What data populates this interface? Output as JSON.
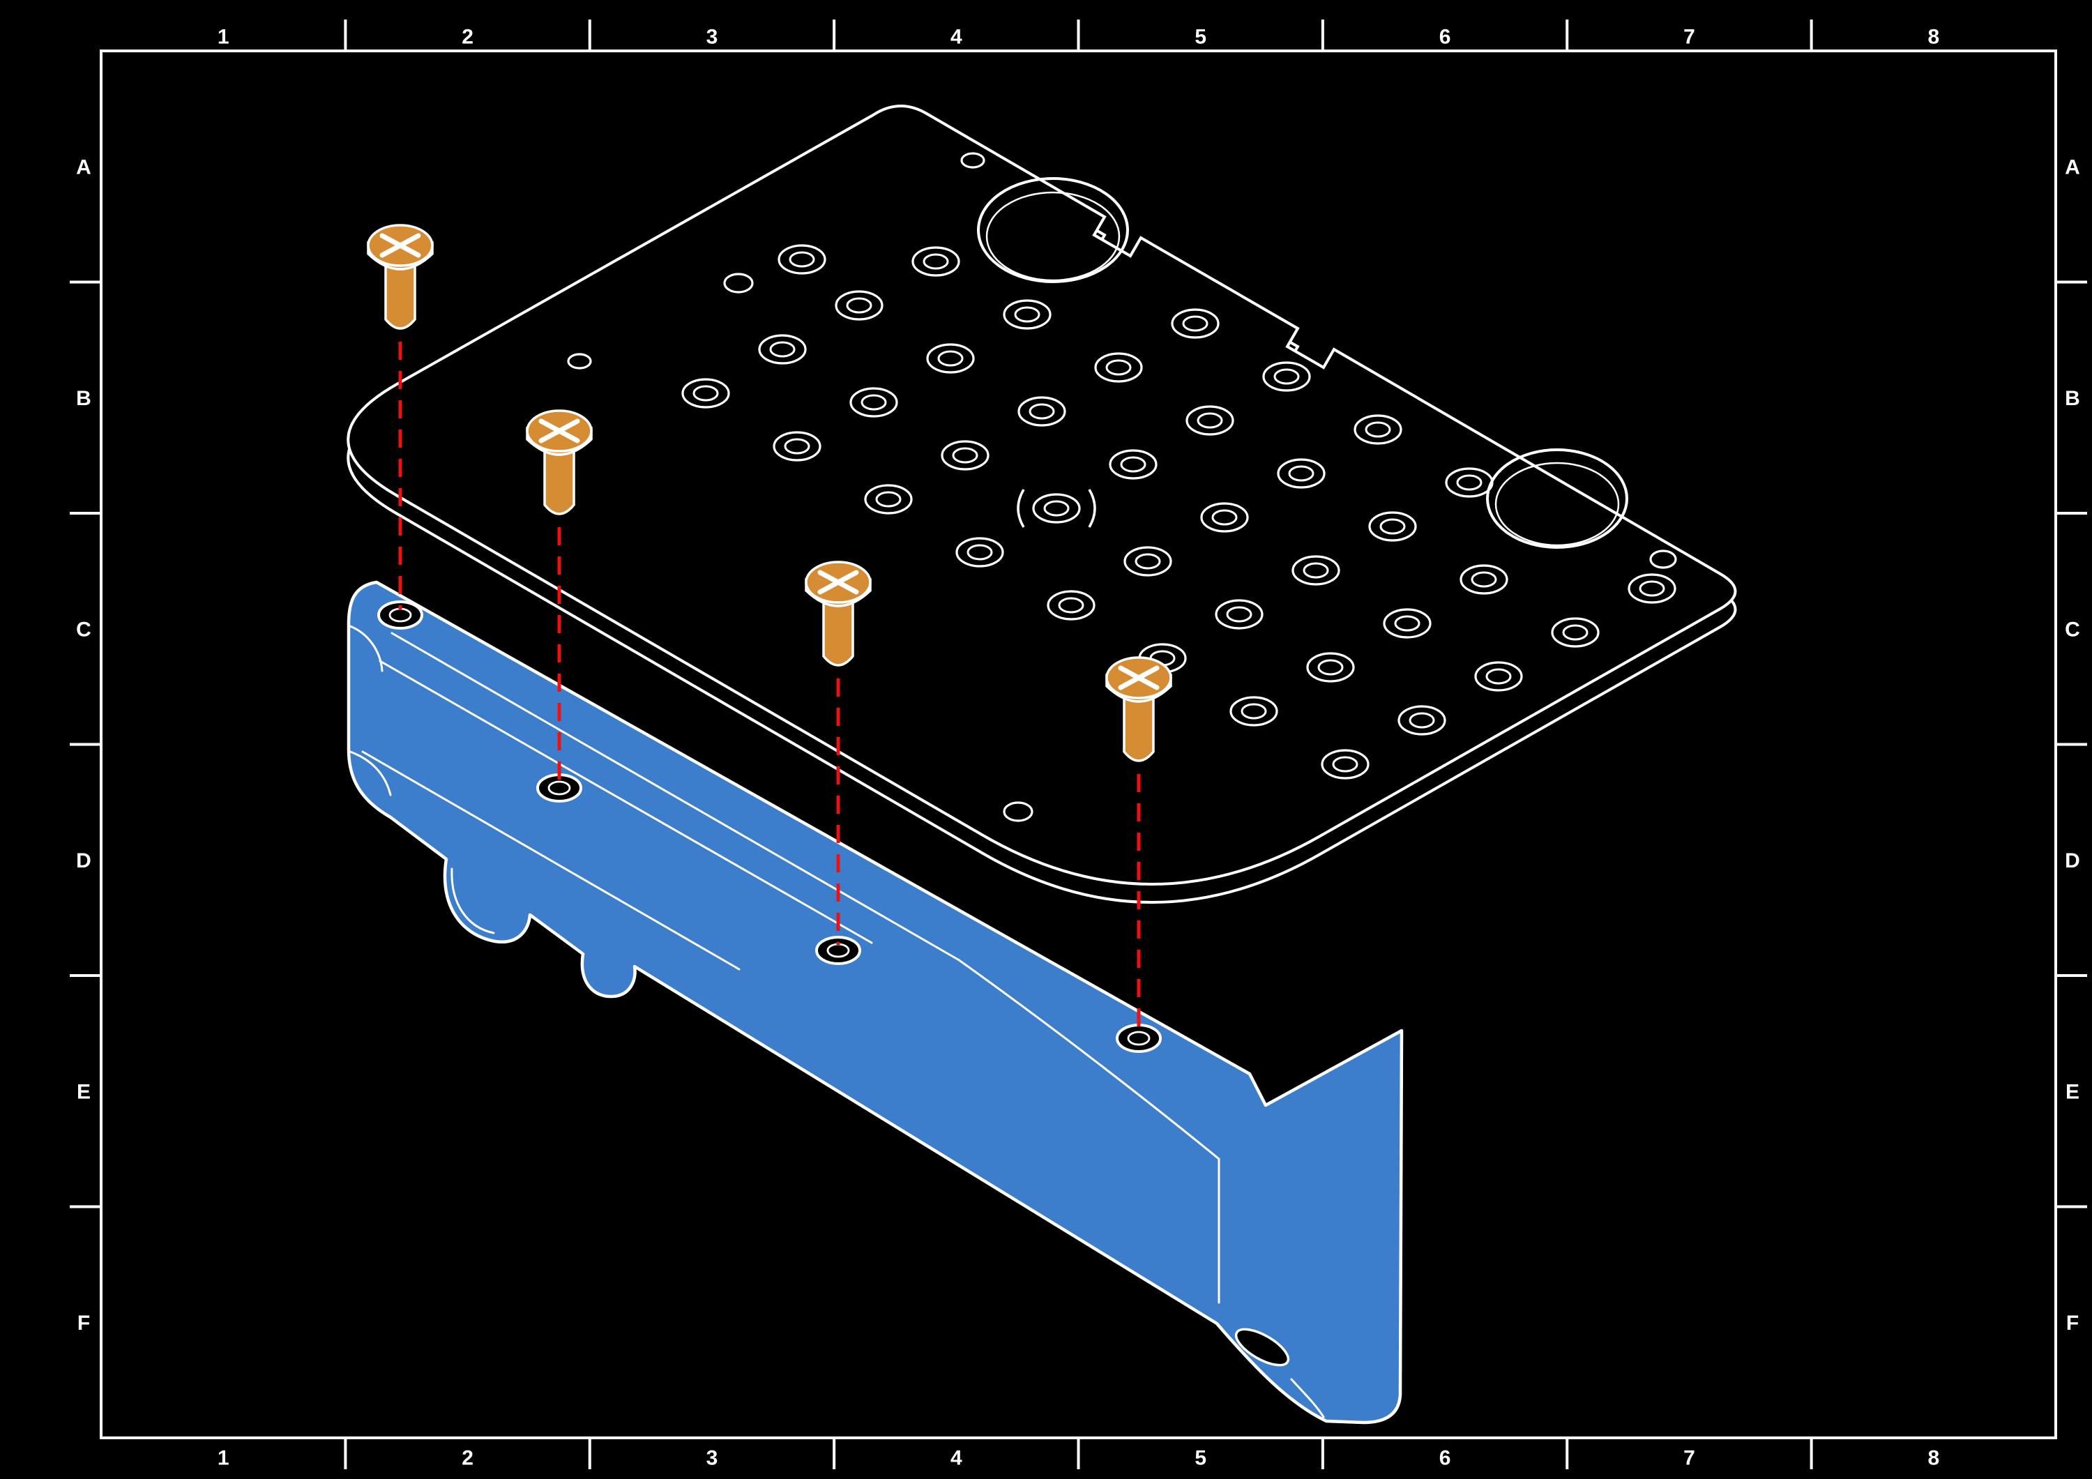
{
  "frame": {
    "columns": [
      "1",
      "2",
      "3",
      "4",
      "5",
      "6",
      "7",
      "8"
    ],
    "rows": [
      "A",
      "B",
      "C",
      "D",
      "E",
      "F"
    ]
  },
  "colors": {
    "background": "#000000",
    "outline": "#ffffff",
    "bracket": "#3d7ecc",
    "screw": "#d68c33",
    "alignment": "#ee1111"
  },
  "assembly": {
    "screw_count": 4,
    "bracket_hole_count": 4,
    "plate_large_hole_count": 2
  }
}
